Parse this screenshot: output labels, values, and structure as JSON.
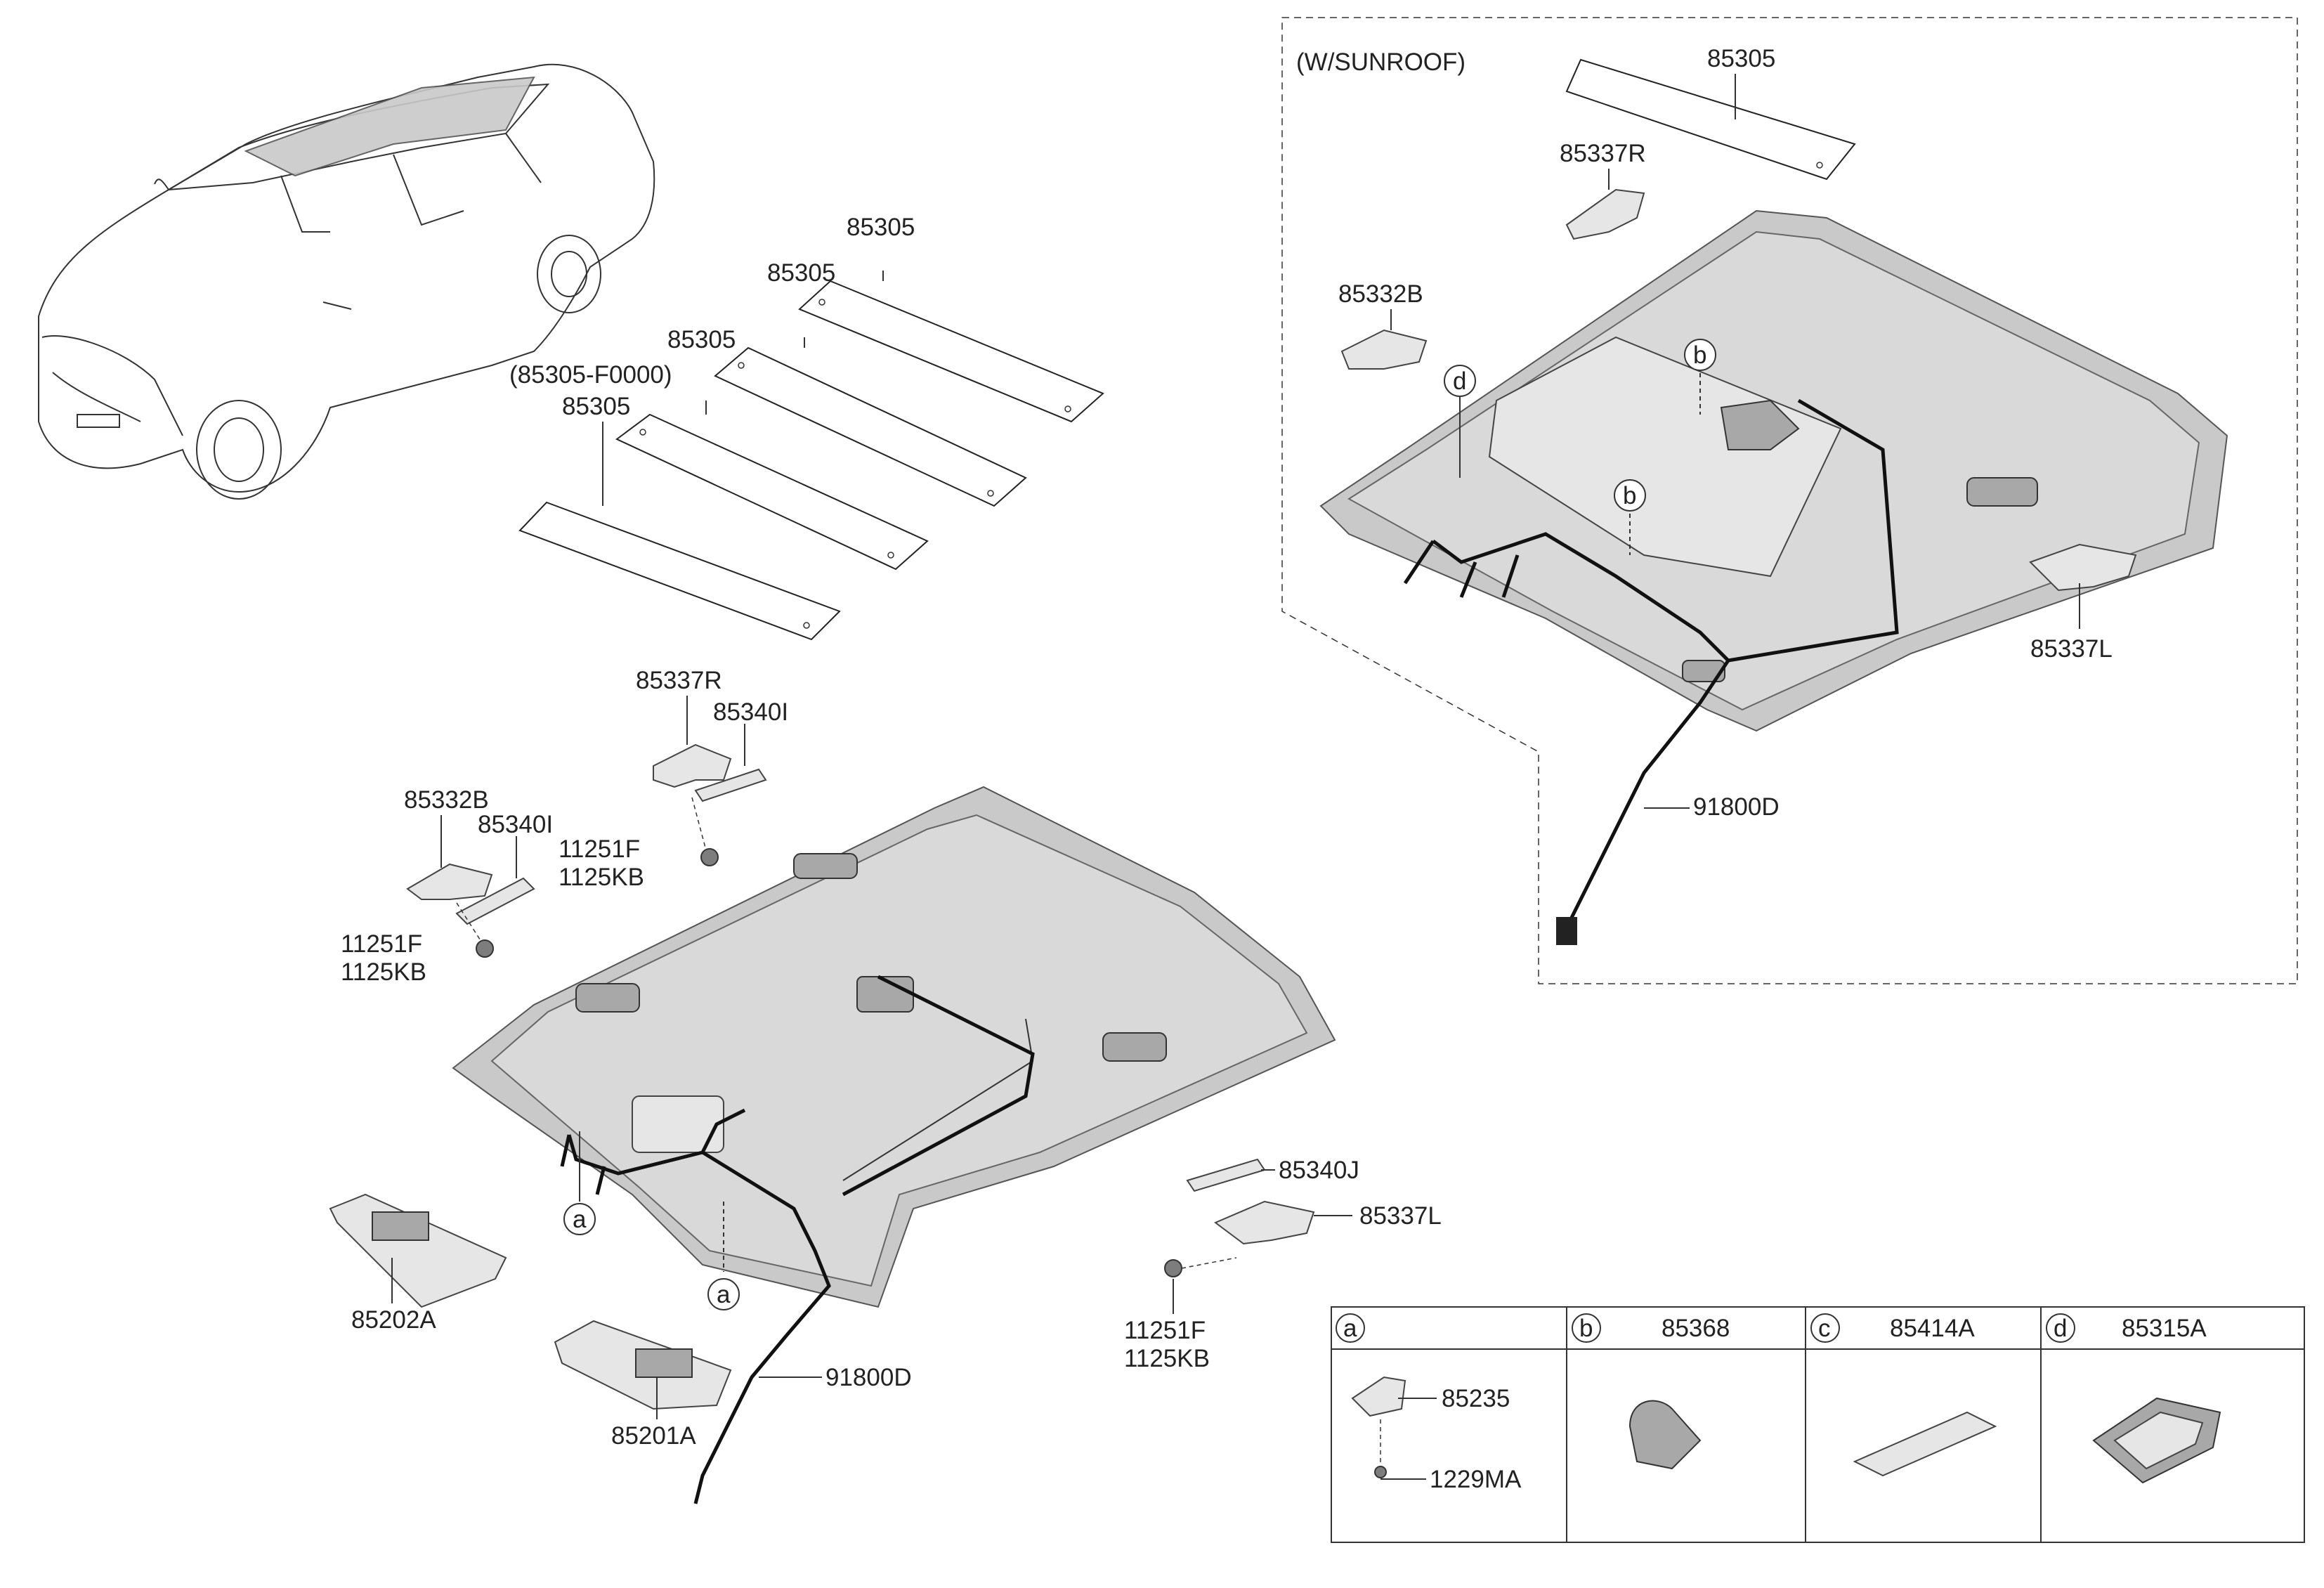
{
  "sunroof_box": {
    "title": "(W/SUNROOF)"
  },
  "callouts": {
    "sun_85305": "85305",
    "sun_85337R": "85337R",
    "sun_85332B": "85332B",
    "sun_85337L": "85337L",
    "sun_91800D": "91800D",
    "sun_b1": "b",
    "sun_b2": "b",
    "sun_d": "d",
    "pad_1": "85305",
    "pad_2": "85305",
    "pad_3": "85305",
    "pad_4_alt": "(85305-F0000)",
    "pad_4": "85305",
    "main_85337R": "85337R",
    "main_85340I_r": "85340I",
    "main_85332B": "85332B",
    "main_85340I_l": "85340I",
    "bolt_r_1": "11251F",
    "bolt_r_2": "1125KB",
    "bolt_l_1": "11251F",
    "bolt_l_2": "1125KB",
    "main_a1": "a",
    "main_a2": "a",
    "visor_r": "85202A",
    "visor_l": "85201A",
    "main_91800D": "91800D",
    "rear_85340J": "85340J",
    "rear_85337L": "85337L",
    "bolt_rear_1": "11251F",
    "bolt_rear_2": "1125KB"
  },
  "legend_table": {
    "cells": [
      {
        "key": "a",
        "part": "",
        "sub": [
          "85235",
          "1229MA"
        ]
      },
      {
        "key": "b",
        "part": "85368"
      },
      {
        "key": "c",
        "part": "85414A"
      },
      {
        "key": "d",
        "part": "85315A"
      }
    ]
  }
}
